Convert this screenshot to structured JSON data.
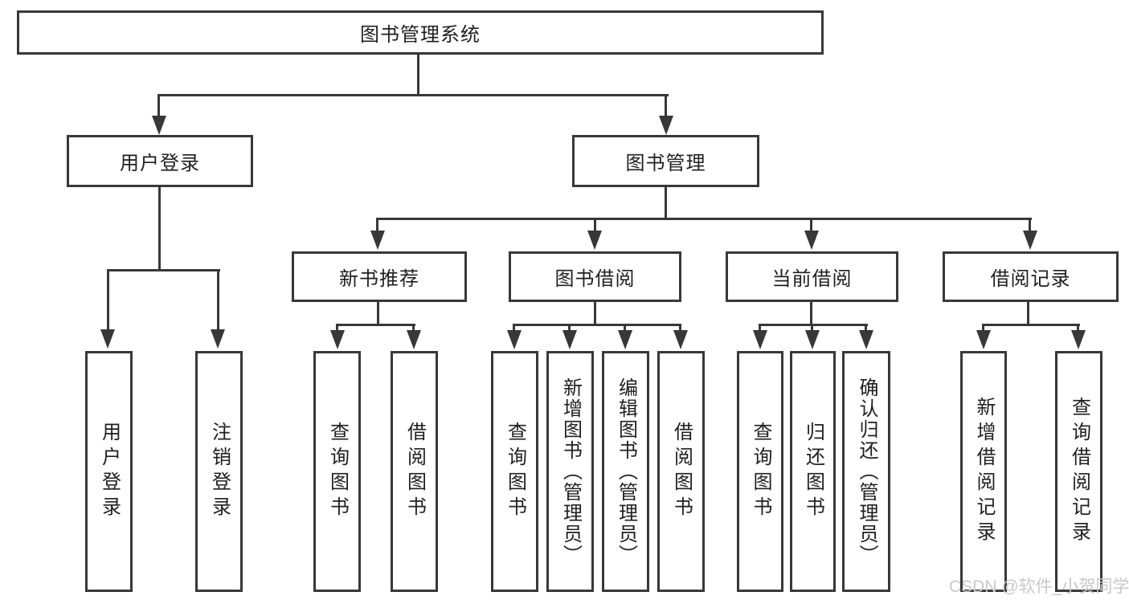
{
  "diagram": {
    "title": "图书管理系统",
    "nodes": {
      "root": {
        "id": "library-management-system",
        "label": "图书管理系统"
      },
      "level2": [
        {
          "id": "user-login",
          "label": "用户登录",
          "parent": "图书管理系统"
        },
        {
          "id": "book-management",
          "label": "图书管理",
          "parent": "图书管理系统"
        }
      ],
      "level3": [
        {
          "id": "new-book-recommend",
          "label": "新书推荐",
          "parent": "图书管理"
        },
        {
          "id": "book-borrowing",
          "label": "图书借阅",
          "parent": "图书管理"
        },
        {
          "id": "current-borrowing",
          "label": "当前借阅",
          "parent": "图书管理"
        },
        {
          "id": "borrowing-records",
          "label": "借阅记录",
          "parent": "图书管理"
        }
      ],
      "leaves": [
        {
          "id": "user-login-action",
          "label": "用户登录",
          "parent": "用户登录"
        },
        {
          "id": "logout-action",
          "label": "注销登录",
          "parent": "用户登录"
        },
        {
          "id": "query-books-recommend",
          "label": "查询图书",
          "parent": "新书推荐"
        },
        {
          "id": "borrow-books-recommend",
          "label": "借阅图书",
          "parent": "新书推荐"
        },
        {
          "id": "query-books-borrowing",
          "label": "查询图书",
          "parent": "图书借阅"
        },
        {
          "id": "add-books-admin",
          "label": "新增图书（管理员）",
          "parent": "图书借阅"
        },
        {
          "id": "edit-books-admin",
          "label": "编辑图书（管理员）",
          "parent": "图书借阅"
        },
        {
          "id": "borrow-books-borrowing",
          "label": "借阅图书",
          "parent": "图书借阅"
        },
        {
          "id": "query-books-current",
          "label": "查询图书",
          "parent": "当前借阅"
        },
        {
          "id": "return-books",
          "label": "归还图书",
          "parent": "当前借阅"
        },
        {
          "id": "confirm-return-admin",
          "label": "确认归还（管理员）",
          "parent": "当前借阅"
        },
        {
          "id": "add-borrow-record",
          "label": "新增借阅记录",
          "parent": "借阅记录"
        },
        {
          "id": "query-borrow-record",
          "label": "查询借阅记录",
          "parent": "借阅记录"
        }
      ]
    },
    "watermark": {
      "text": "CSDN @软件_小贺同学",
      "color": "#c8c8c8"
    },
    "colors": {
      "line": "#383838",
      "box_border": "#383838",
      "box_fill": "#ffffff",
      "text": "#1f1f1f",
      "background": "#ffffff"
    }
  }
}
